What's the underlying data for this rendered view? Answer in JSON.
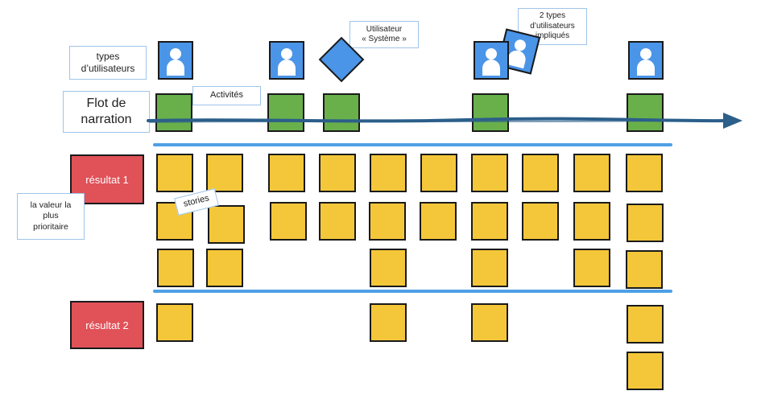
{
  "labels": {
    "types_utilisateurs": "types\nd’utilisateurs",
    "flot_narration": "Flot de\nnarration",
    "activites": "Activités",
    "utilisateur_systeme": "Utilisateur\n« Système »",
    "deux_types": "2 types\nd’utilisateurs\nimpliqués",
    "la_valeur": "la valeur la\nplus\nprioritaire",
    "stories": "stories"
  },
  "results": {
    "resultat1": "résultat 1",
    "resultat2": "résultat 2"
  },
  "colors": {
    "story": "#f4c73a",
    "activity": "#69b04b",
    "user": "#4a95e8",
    "result": "#e05158",
    "separator": "#4ea0e6",
    "arrow": "#2c5f8a"
  }
}
